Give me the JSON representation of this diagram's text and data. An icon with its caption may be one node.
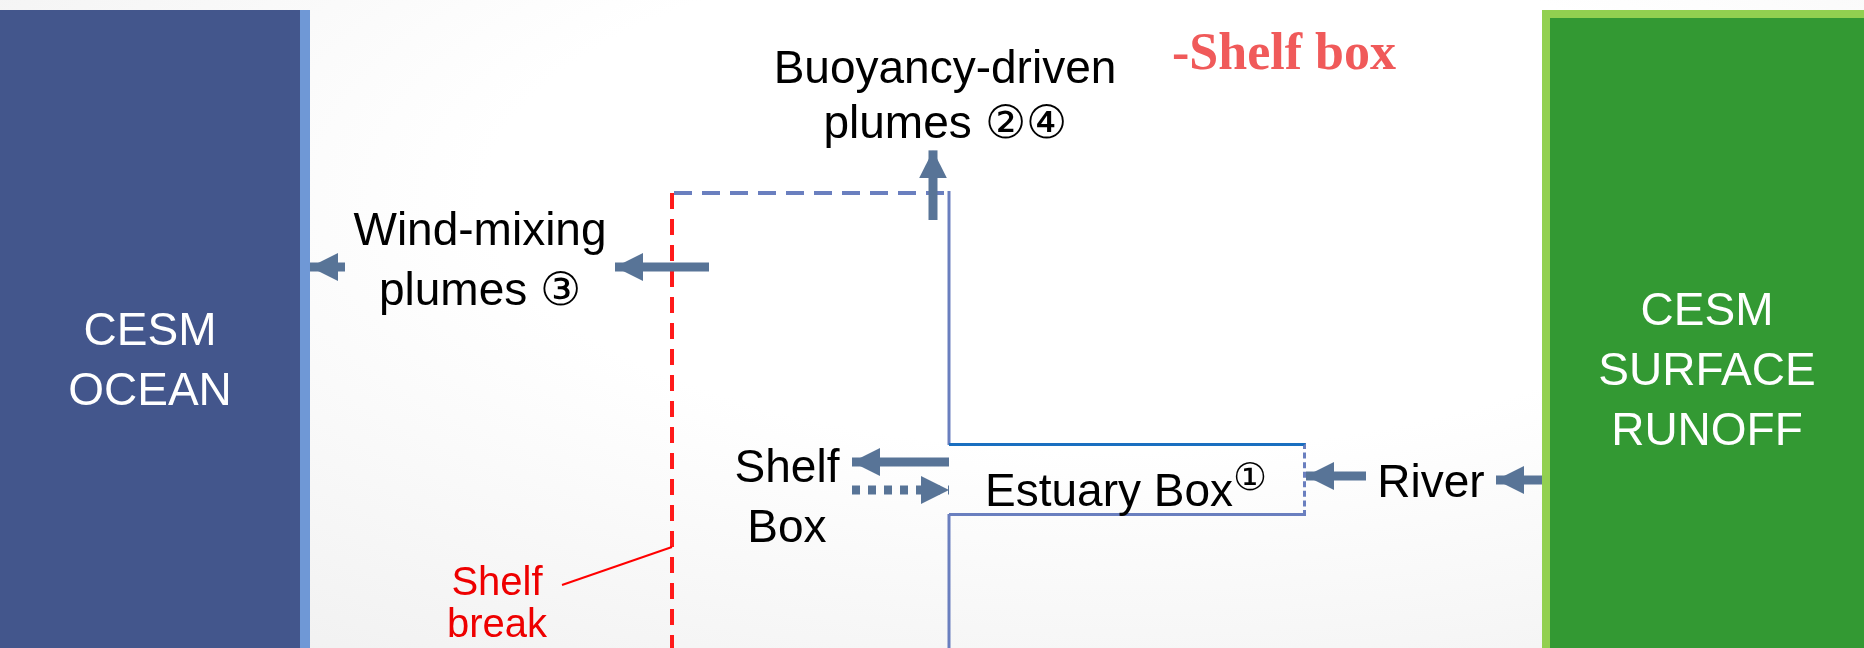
{
  "diagram": {
    "nodes": [
      {
        "text": [
          "CESM OCEAN"
        ]
      },
      {
        "text": [
          "CESM SURFACE RUNOFF"
        ]
      },
      {
        "text": [
          "Buoyancy-driven plumes ②④"
        ]
      },
      {
        "text": [
          "Wind-mixing plumes ③"
        ]
      },
      {
        "text": [
          "Shelf Box"
        ]
      },
      {
        "text": [
          "Estuary Box$^{①}$"
        ]
      },
      {
        "text": [
          "River"
        ]
      },
      {
        "text": [
          "Shelf break"
        ]
      }
    ],
    "edges": [
      {
        "from": 1,
        "to": 6,
        "arrow": "to"
      },
      {
        "from": 6,
        "to": 5,
        "arrow": "to"
      },
      {
        "from": 5,
        "to": 4,
        "arrow": "to"
      },
      {
        "from": 4,
        "to": 5,
        "arrow": "to",
        "style": "dashed"
      },
      {
        "from": null,
        "to": 2,
        "arrow": "to"
      },
      {
        "from": null,
        "to": 3,
        "arrow": "to"
      },
      {
        "from": 3,
        "to": 0,
        "arrow": "to"
      },
      {
        "from": 7,
        "to": null,
        "arrow": "none",
        "color": "#ff0000"
      }
    ],
    "labels": [
      "-Shelf box"
    ]
  }
}
